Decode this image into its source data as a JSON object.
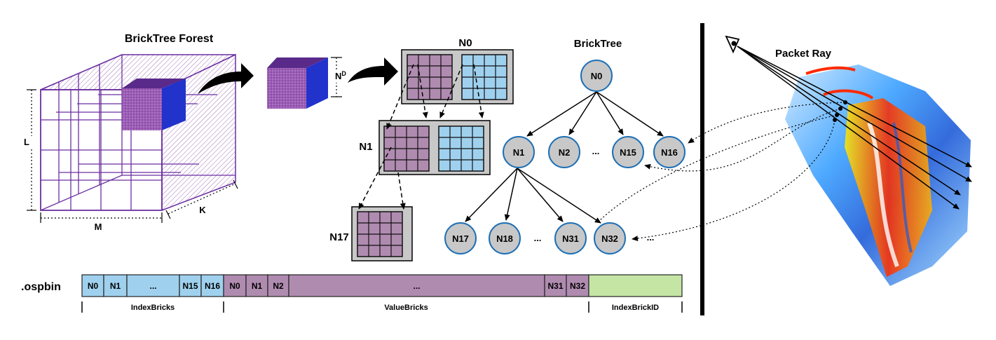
{
  "titles": {
    "forest": "BrickTree Forest",
    "tree": "BrickTree",
    "packet_ray": "Packet Ray"
  },
  "dimension_labels": {
    "l": "L",
    "m": "M",
    "k": "K",
    "nd": "N",
    "nd_sup": "D"
  },
  "brick_labels": {
    "n0": "N0",
    "n1": "N1",
    "n17": "N17"
  },
  "tree_nodes": {
    "root": "N0",
    "level1": [
      "N1",
      "N2",
      "...",
      "N15",
      "N16"
    ],
    "level2": [
      "N17",
      "N18",
      "...",
      "N31",
      "N32"
    ],
    "trailing_ellipsis": "..."
  },
  "ospbin": {
    "label": ".ospbin",
    "cells": [
      "N0",
      "N1",
      "...",
      "N15",
      "N16",
      "N0",
      "N1",
      "N2",
      "...",
      "N31",
      "N32",
      ""
    ],
    "sections": [
      "IndexBricks",
      "ValueBricks",
      "IndexBrickID"
    ]
  },
  "colors": {
    "index_brick": "#9fd1ee",
    "value_brick": "#b08bb0",
    "brick_id": "#c5e5a5",
    "cube_purple": "#8a4fa8",
    "cube_blue": "#2233cc",
    "node_fill": "#c8c8c8",
    "node_stroke": "#1e6fb5"
  },
  "icons": [
    "eye-icon"
  ]
}
